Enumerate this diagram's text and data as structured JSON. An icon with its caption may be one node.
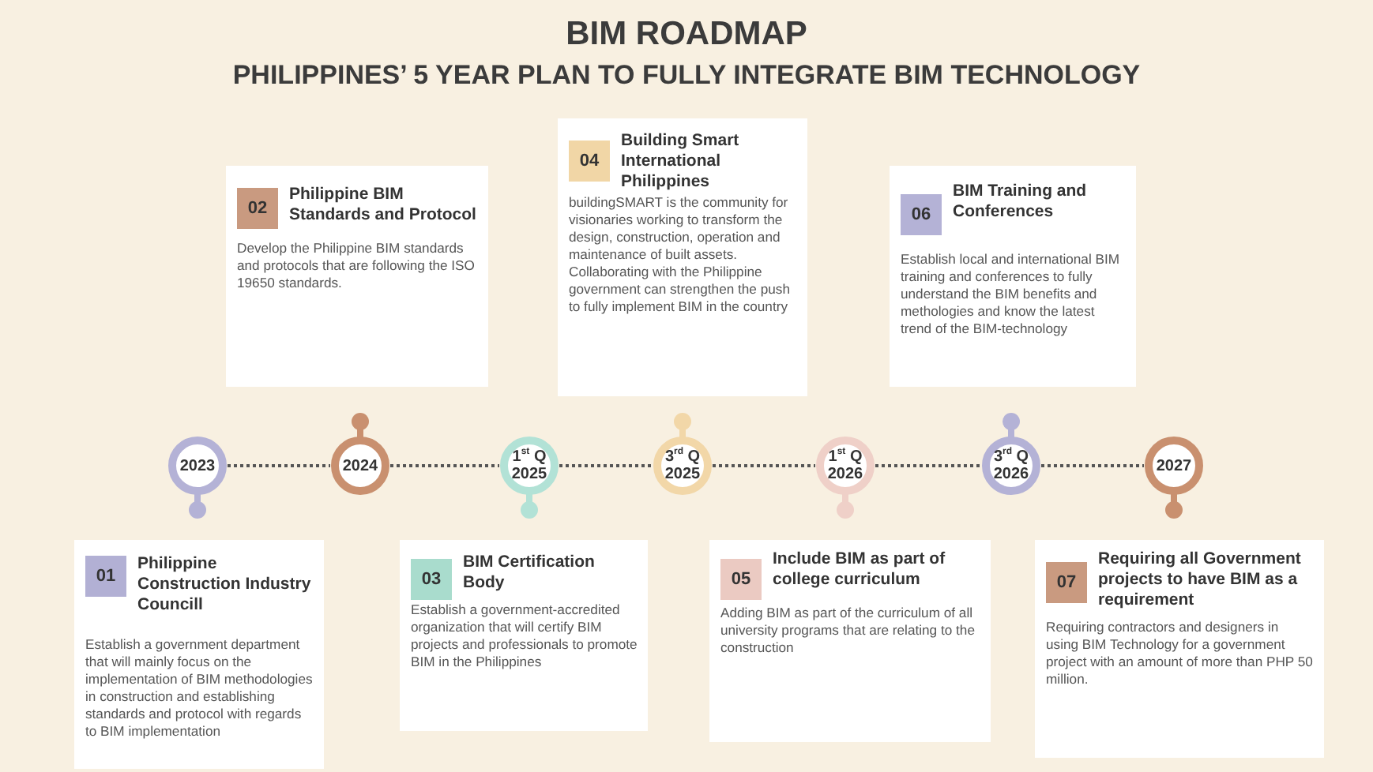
{
  "diagram": {
    "title": "BIM ROADMAP",
    "caption": "PHILIPPINES’ 5 YEAR PLAN TO FULLY INTEGRATE BIM TECHNOLOGY",
    "nodes": [
      {
        "text": [
          "Philippine BIM Standards and Protocol",
          "Develop the Philippine BIM standards and protocols that are following the ISO 19650 standards."
        ]
      },
      {
        "text": [
          "02"
        ],
        "in": 0
      },
      {
        "text": [
          "Building Smart International Philippines",
          "buildingSMART is the community for visionaries working to transform the design, construction, operation and maintenance of built assets. Collaborating with the Philippine government can strengthen the push to fully implement BIM in the country"
        ]
      },
      {
        "text": [
          "04"
        ],
        "in": 2
      },
      {
        "text": [
          "BIM Training and Conferences",
          "Establish local and international BIM training and conferences to fully understand the BIM benefits and methologies and know the latest trend of the BIM-technology"
        ]
      },
      {
        "text": [
          "06"
        ],
        "in": 4
      },
      {
        "text": [
          "2023"
        ]
      },
      {
        "text": [
          "2024"
        ]
      },
      {
        "text": [
          "1$^{st}$ Q 2025"
        ]
      },
      {
        "text": [
          "3$^{rd}$ Q 2025"
        ]
      },
      {
        "text": [
          "1$^{st}$ Q 2026"
        ]
      },
      {
        "text": [
          "3$^{rd}$ Q 2026"
        ]
      },
      {
        "text": [
          "2027"
        ]
      },
      {
        "text": [
          "Philippine Construction Industry Councill",
          "Establish a government department that will mainly focus on the implementation of BIM methodologies in construction and establishing standards and protocol with regards to BIM implementation"
        ]
      },
      {
        "text": [
          "01"
        ],
        "in": 13
      },
      {
        "text": [
          "BIM Certification Body",
          "Establish a government-accredited organization that will certify BIM projects and professionals to promote BIM in the Philippines"
        ]
      },
      {
        "text": [
          "03"
        ],
        "in": 15
      },
      {
        "text": [
          "Include BIM as part of college curriculum",
          "Adding BIM as part of the curriculum of all university programs that are relating to the construction"
        ]
      },
      {
        "text": [
          "05"
        ],
        "in": 17
      },
      {
        "text": [
          "Requiring all Government projects to  have BIM as a requirement",
          "Requiring contractors and designers in using BIM Technology for a government project with an amount of more than PHP 50 million."
        ]
      },
      {
        "text": [
          "07"
        ],
        "in": 19
      }
    ],
    "edges": [
      {
        "from": 6,
        "to": 7,
        "arrow": "none",
        "style": "dashed"
      },
      {
        "from": 7,
        "to": 8,
        "arrow": "none",
        "style": "dashed"
      },
      {
        "from": 8,
        "to": 9,
        "arrow": "none",
        "style": "dashed"
      },
      {
        "from": 9,
        "to": 10,
        "arrow": "none",
        "style": "dashed"
      },
      {
        "from": 10,
        "to": 11,
        "arrow": "none",
        "style": "dashed"
      },
      {
        "from": 11,
        "to": 12,
        "arrow": "none",
        "style": "dashed"
      }
    ]
  }
}
